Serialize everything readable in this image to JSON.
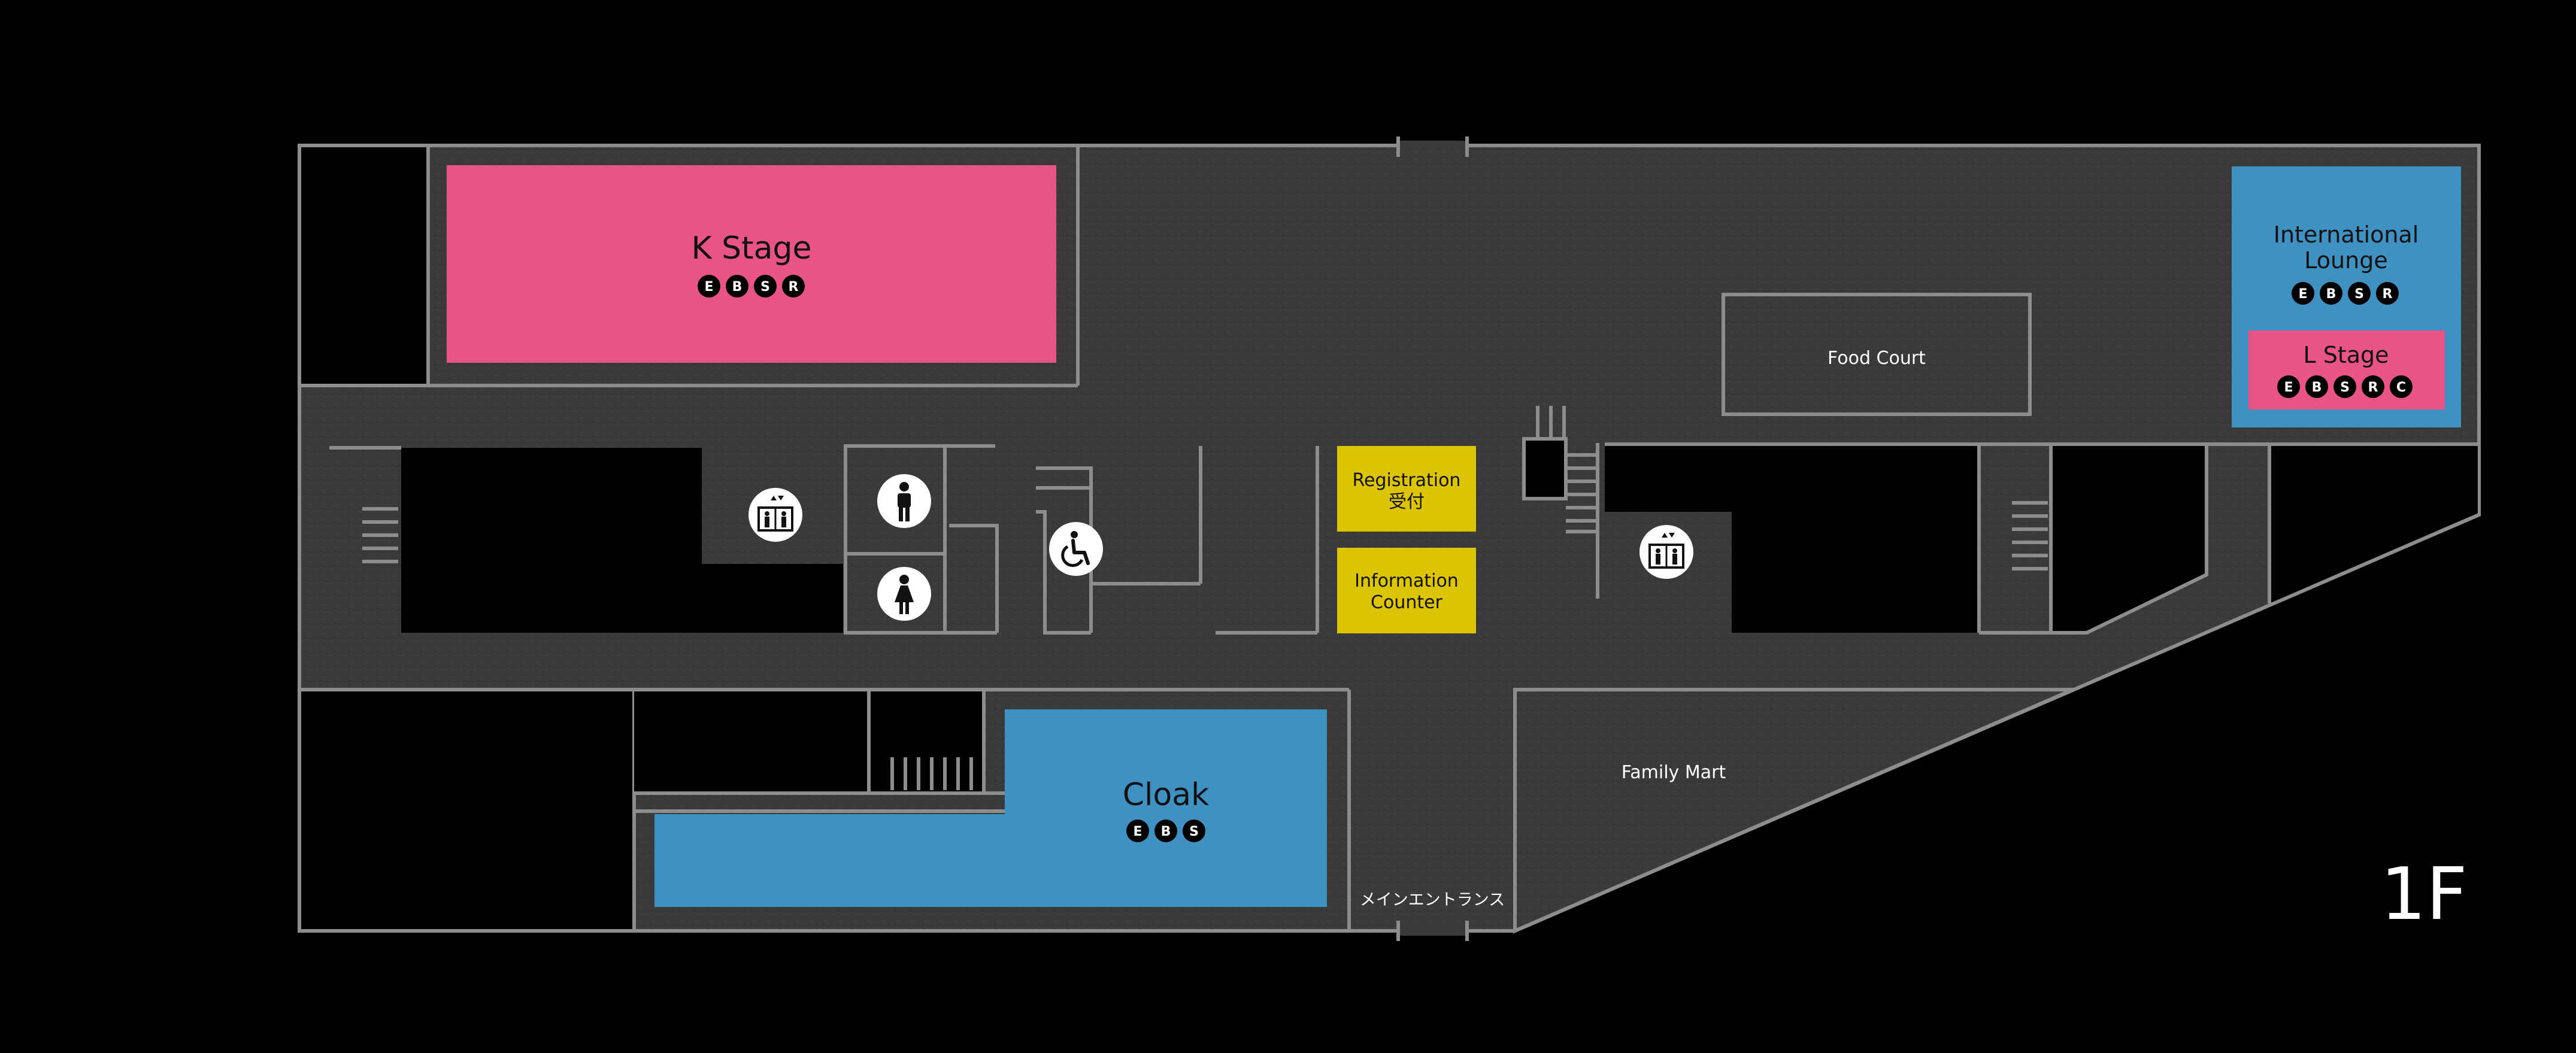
{
  "floor_label": "1F",
  "colors": {
    "background": "#000000",
    "floor": "#3a3a3a",
    "wall": "#8d8d8d",
    "pink_stage": "#e85585",
    "blue_area": "#3f91c2",
    "yellow_counter": "#dcc400"
  },
  "areas": {
    "k_stage": {
      "title": "K Stage",
      "badges": [
        "E",
        "B",
        "S",
        "R"
      ]
    },
    "international_lounge": {
      "title_line1": "International",
      "title_line2": "Lounge",
      "badges": [
        "E",
        "B",
        "S",
        "R"
      ]
    },
    "l_stage": {
      "title": "L Stage",
      "badges": [
        "E",
        "B",
        "S",
        "R",
        "C"
      ]
    },
    "cloak": {
      "title": "Cloak",
      "badges": [
        "E",
        "B",
        "S"
      ]
    },
    "food_court": {
      "title": "Food Court"
    },
    "family_mart": {
      "title": "Family Mart"
    },
    "registration": {
      "line1": "Registration",
      "line2": "受付"
    },
    "information_counter": {
      "line1": "Information",
      "line2": "Counter"
    },
    "main_entrance": {
      "title": "メインエントランス"
    }
  },
  "facilities": {
    "elevator_west": "elevator-icon",
    "elevator_east": "elevator-icon",
    "restroom_men": "male-restroom-icon",
    "restroom_women": "female-restroom-icon",
    "accessible_restroom": "wheelchair-icon"
  }
}
